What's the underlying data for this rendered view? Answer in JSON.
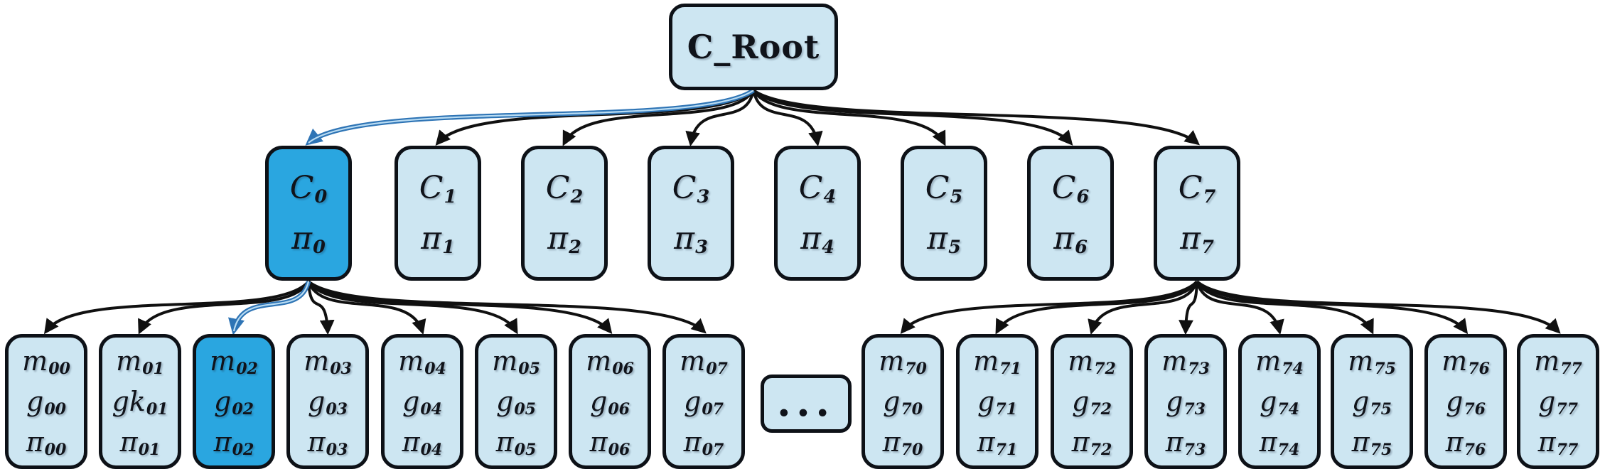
{
  "colors": {
    "node_fill": "#cde6f2",
    "highlight_fill": "#2aa6e0",
    "node_border": "#0d1117",
    "edge": "#101010",
    "edge_highlight": "#2e74b5",
    "edge_highlight_core": "#b9dcf3"
  },
  "root": {
    "label": "C_Root"
  },
  "level2": [
    {
      "line1": {
        "base": "C",
        "sub": "0"
      },
      "line2": {
        "base": "π",
        "sub": "0"
      },
      "highlighted": true
    },
    {
      "line1": {
        "base": "C",
        "sub": "1"
      },
      "line2": {
        "base": "π",
        "sub": "1"
      },
      "highlighted": false
    },
    {
      "line1": {
        "base": "C",
        "sub": "2"
      },
      "line2": {
        "base": "π",
        "sub": "2"
      },
      "highlighted": false
    },
    {
      "line1": {
        "base": "C",
        "sub": "3"
      },
      "line2": {
        "base": "π",
        "sub": "3"
      },
      "highlighted": false
    },
    {
      "line1": {
        "base": "C",
        "sub": "4"
      },
      "line2": {
        "base": "π",
        "sub": "4"
      },
      "highlighted": false
    },
    {
      "line1": {
        "base": "C",
        "sub": "5"
      },
      "line2": {
        "base": "π",
        "sub": "5"
      },
      "highlighted": false
    },
    {
      "line1": {
        "base": "C",
        "sub": "6"
      },
      "line2": {
        "base": "π",
        "sub": "6"
      },
      "highlighted": false
    },
    {
      "line1": {
        "base": "C",
        "sub": "7"
      },
      "line2": {
        "base": "π",
        "sub": "7"
      },
      "highlighted": false
    }
  ],
  "leaves_left": [
    {
      "line1": {
        "base": "m",
        "sub": "00"
      },
      "line2": {
        "base": "g",
        "sub": "00"
      },
      "line3": {
        "base": "π",
        "sub": "00"
      },
      "highlighted": false
    },
    {
      "line1": {
        "base": "m",
        "sub": "01"
      },
      "line2": {
        "base": "gk",
        "sub": "01"
      },
      "line3": {
        "base": "π",
        "sub": "01"
      },
      "highlighted": false
    },
    {
      "line1": {
        "base": "m",
        "sub": "02"
      },
      "line2": {
        "base": "g",
        "sub": "02"
      },
      "line3": {
        "base": "π",
        "sub": "02"
      },
      "highlighted": true
    },
    {
      "line1": {
        "base": "m",
        "sub": "03"
      },
      "line2": {
        "base": "g",
        "sub": "03"
      },
      "line3": {
        "base": "π",
        "sub": "03"
      },
      "highlighted": false
    },
    {
      "line1": {
        "base": "m",
        "sub": "04"
      },
      "line2": {
        "base": "g",
        "sub": "04"
      },
      "line3": {
        "base": "π",
        "sub": "04"
      },
      "highlighted": false
    },
    {
      "line1": {
        "base": "m",
        "sub": "05"
      },
      "line2": {
        "base": "g",
        "sub": "05"
      },
      "line3": {
        "base": "π",
        "sub": "05"
      },
      "highlighted": false
    },
    {
      "line1": {
        "base": "m",
        "sub": "06"
      },
      "line2": {
        "base": "g",
        "sub": "06"
      },
      "line3": {
        "base": "π",
        "sub": "06"
      },
      "highlighted": false
    },
    {
      "line1": {
        "base": "m",
        "sub": "07"
      },
      "line2": {
        "base": "g",
        "sub": "07"
      },
      "line3": {
        "base": "π",
        "sub": "07"
      },
      "highlighted": false
    }
  ],
  "ellipsis": {
    "label": "•••"
  },
  "leaves_right": [
    {
      "line1": {
        "base": "m",
        "sub": "70"
      },
      "line2": {
        "base": "g",
        "sub": "70"
      },
      "line3": {
        "base": "π",
        "sub": "70"
      },
      "highlighted": false
    },
    {
      "line1": {
        "base": "m",
        "sub": "71"
      },
      "line2": {
        "base": "g",
        "sub": "71"
      },
      "line3": {
        "base": "π",
        "sub": "71"
      },
      "highlighted": false
    },
    {
      "line1": {
        "base": "m",
        "sub": "72"
      },
      "line2": {
        "base": "g",
        "sub": "72"
      },
      "line3": {
        "base": "π",
        "sub": "72"
      },
      "highlighted": false
    },
    {
      "line1": {
        "base": "m",
        "sub": "73"
      },
      "line2": {
        "base": "g",
        "sub": "73"
      },
      "line3": {
        "base": "π",
        "sub": "73"
      },
      "highlighted": false
    },
    {
      "line1": {
        "base": "m",
        "sub": "74"
      },
      "line2": {
        "base": "g",
        "sub": "74"
      },
      "line3": {
        "base": "π",
        "sub": "74"
      },
      "highlighted": false
    },
    {
      "line1": {
        "base": "m",
        "sub": "75"
      },
      "line2": {
        "base": "g",
        "sub": "75"
      },
      "line3": {
        "base": "π",
        "sub": "75"
      },
      "highlighted": false
    },
    {
      "line1": {
        "base": "m",
        "sub": "76"
      },
      "line2": {
        "base": "g",
        "sub": "76"
      },
      "line3": {
        "base": "π",
        "sub": "76"
      },
      "highlighted": false
    },
    {
      "line1": {
        "base": "m",
        "sub": "77"
      },
      "line2": {
        "base": "g",
        "sub": "77"
      },
      "line3": {
        "base": "π",
        "sub": "77"
      },
      "highlighted": false
    }
  ],
  "highlighted_path": [
    "C_Root",
    "C0",
    "m02"
  ]
}
